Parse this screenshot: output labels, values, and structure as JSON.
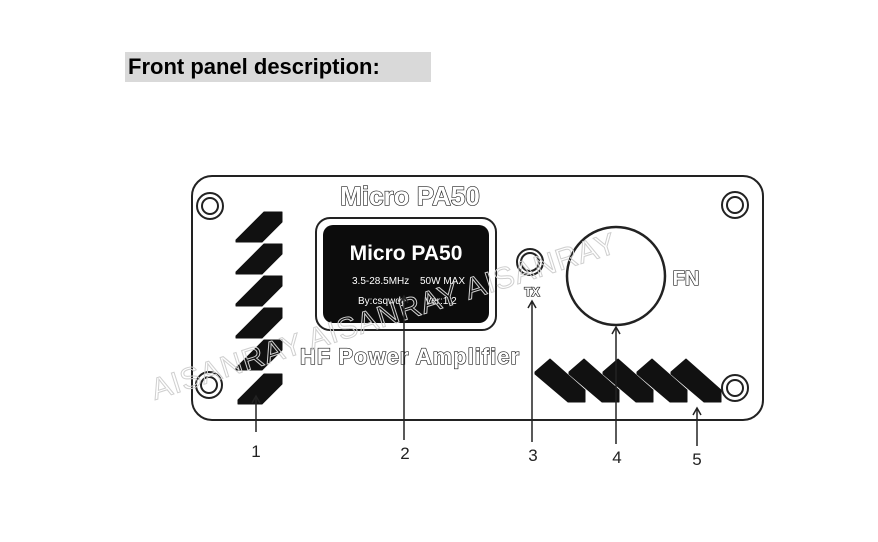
{
  "heading": "Front panel description:",
  "panel": {
    "brand_title": "Micro PA50",
    "subtitle": "HF Power Amplifier",
    "screen": {
      "title": "Micro PA50",
      "line1_left": "3.5-28.5MHz",
      "line1_right": "50W MAX",
      "line2_left": "By:csqwdy",
      "line2_right": "Ver:1.2"
    },
    "tx_label": "TX",
    "fn_label": "FN"
  },
  "callouts": [
    "1",
    "2",
    "3",
    "4",
    "5"
  ],
  "watermark": "AISANRAY AISANRAY AISANRAY"
}
